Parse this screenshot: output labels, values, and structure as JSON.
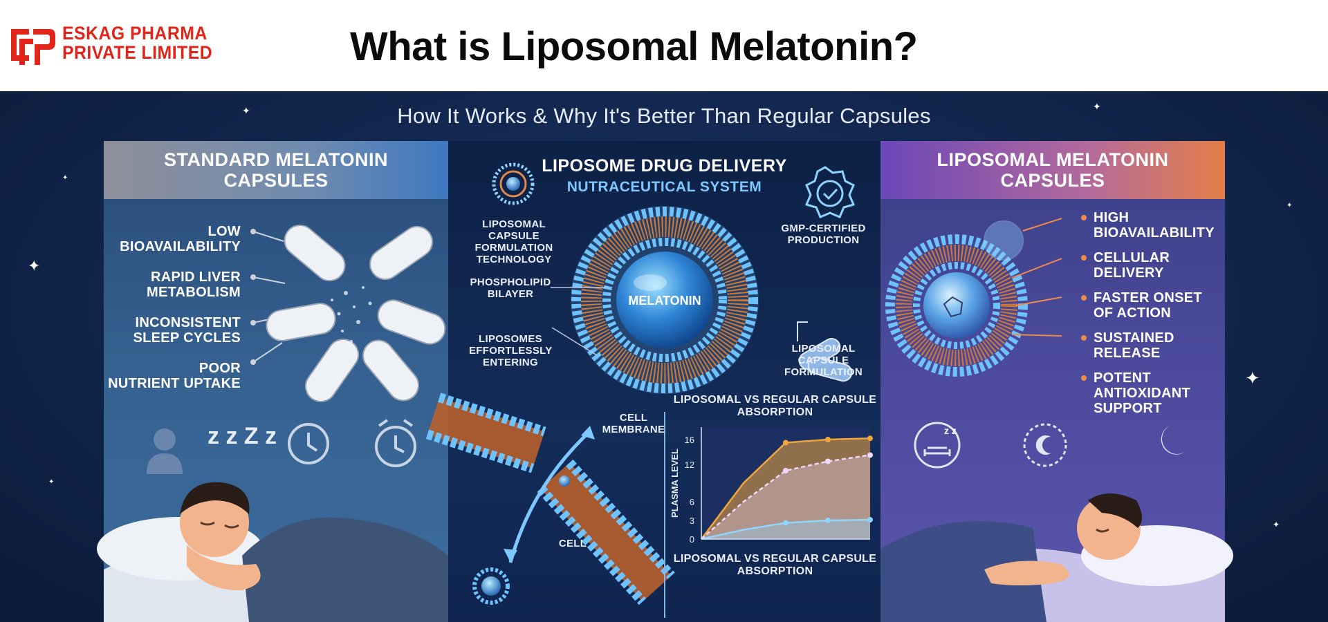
{
  "header": {
    "company_line1": "ESKAG PHARMA",
    "company_line2": "PRIVATE LIMITED",
    "title": "What is Liposomal Melatonin?"
  },
  "infographic": {
    "subtitle": "How It Works & Why It's Better Than Regular Capsules",
    "left": {
      "title_line1": "STANDARD MELATONIN",
      "title_line2": "CAPSULES",
      "points": [
        {
          "line1": "LOW",
          "line2": "BIOAVAILABILITY"
        },
        {
          "line1": "RAPID LIVER",
          "line2": "METABOLISM"
        },
        {
          "line1": "INCONSISTENT",
          "line2": "SLEEP CYCLES"
        },
        {
          "line1": "POOR",
          "line2": "NUTRIENT UPTAKE"
        }
      ]
    },
    "middle": {
      "title_line1": "LIPOSOME DRUG DELIVERY",
      "title_line2": "NUTRACEUTICAL SYSTEM",
      "labels": {
        "formulation_tech": [
          "LIPOSOMAL",
          "CAPSULE",
          "FORMULATION",
          "TECHNOLOGY"
        ],
        "gmp": [
          "GMP-CERTIFIED",
          "PRODUCTION"
        ],
        "phospholipid": [
          "PHOSPHOLIPID",
          "BILAYER"
        ],
        "melatonin": "MELATONIN",
        "capsule_formulation": [
          "LIPOSOMAL",
          "CAPSULE",
          "FORMULATION"
        ],
        "entering": [
          "LIPOSOMES",
          "EFFORTLESSLY",
          "ENTERING"
        ],
        "cell_membrane": [
          "CELL",
          "MEMBRANE"
        ],
        "cell": "CELL"
      }
    },
    "right": {
      "title_line1": "LIPOSOMAL MELATONIN",
      "title_line2": "CAPSULES",
      "points": [
        {
          "line1": "HIGH",
          "line2": "BIOAVAILABILITY"
        },
        {
          "line1": "CELLULAR",
          "line2": "DELIVERY"
        },
        {
          "line1": "FASTER ONSET",
          "line2": "OF ACTION"
        },
        {
          "line1": "SUSTAINED",
          "line2": "RELEASE"
        },
        {
          "line1": "POTENT",
          "line2": "ANTIOXIDANT",
          "line3": "SUPPORT"
        }
      ]
    }
  },
  "chart_data": {
    "type": "area",
    "title": "LIPOSOMAL VS REGULAR CAPSULE ABSORPTION",
    "bottom_caption": "LIPOSOMAL VS REGULAR CAPSULE ABSORPTION",
    "ylabel": "PLASMA LEVEL",
    "xlabel": "",
    "yticks": [
      0,
      3,
      6,
      12,
      16
    ],
    "ylim": [
      0,
      18
    ],
    "x": [
      0,
      1,
      2,
      3,
      4
    ],
    "series": [
      {
        "values": [
          0,
          9,
          15.5,
          16,
          16.2
        ],
        "color": "#f0a63a"
      },
      {
        "values": [
          0,
          6,
          11,
          12.5,
          13.5
        ],
        "color": "#f2d7ff"
      },
      {
        "values": [
          0,
          1.5,
          2.6,
          3.0,
          3.1
        ],
        "color": "#8fd6ff"
      }
    ]
  },
  "colors": {
    "brand_red": "#e1251b",
    "accent_orange": "#f08a4a",
    "accent_blue": "#7ec8ff"
  }
}
